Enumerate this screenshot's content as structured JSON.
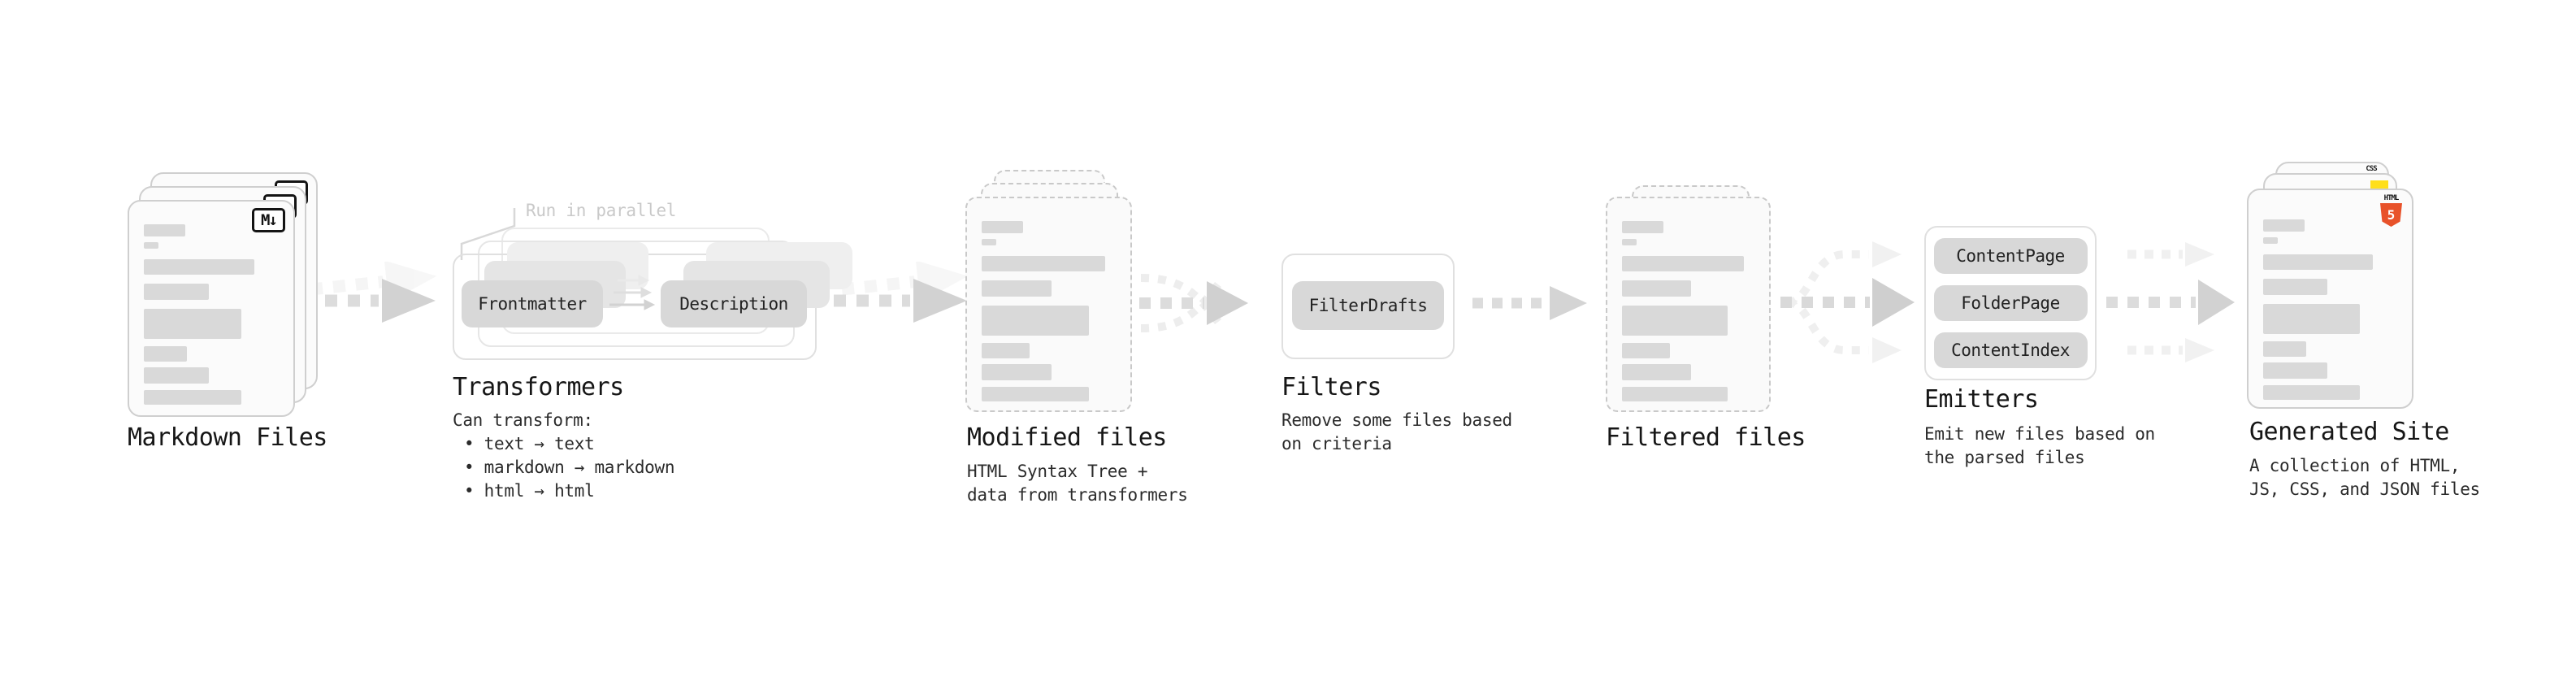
{
  "stages": {
    "markdown": {
      "label": "Markdown Files",
      "badge": "M↓"
    },
    "transformers": {
      "label": "Transformers",
      "annotation": "Run in parallel",
      "pill_left": "Frontmatter",
      "pill_right": "Description",
      "desc_title": "Can transform:",
      "bullets": [
        "• text → text",
        "• markdown → markdown",
        "• html → html"
      ]
    },
    "modified": {
      "label": "Modified files",
      "desc": [
        "HTML Syntax Tree +",
        "data from transformers"
      ]
    },
    "filters": {
      "label": "Filters",
      "pill": "FilterDrafts",
      "desc": [
        "Remove some files based",
        "on criteria"
      ]
    },
    "filtered": {
      "label": "Filtered files"
    },
    "emitters": {
      "label": "Emitters",
      "pills": [
        "ContentPage",
        "FolderPage",
        "ContentIndex"
      ],
      "desc": [
        "Emit new files based on",
        "the parsed files"
      ]
    },
    "generated": {
      "label": "Generated Site",
      "badge_css": "CSS",
      "badge_html_word": "HTML",
      "badge_html_number": "5",
      "desc": [
        "A collection of HTML,",
        "JS, CSS, and JSON files"
      ]
    }
  },
  "colors": {
    "markdown_badge": "#141414",
    "html5_orange": "#e8522a",
    "js_yellow": "#ffdf1b",
    "css_blue": "#2f6fe0",
    "arrow_gray": "#d2d2d2",
    "bar_gray": "#d9d9d9"
  }
}
